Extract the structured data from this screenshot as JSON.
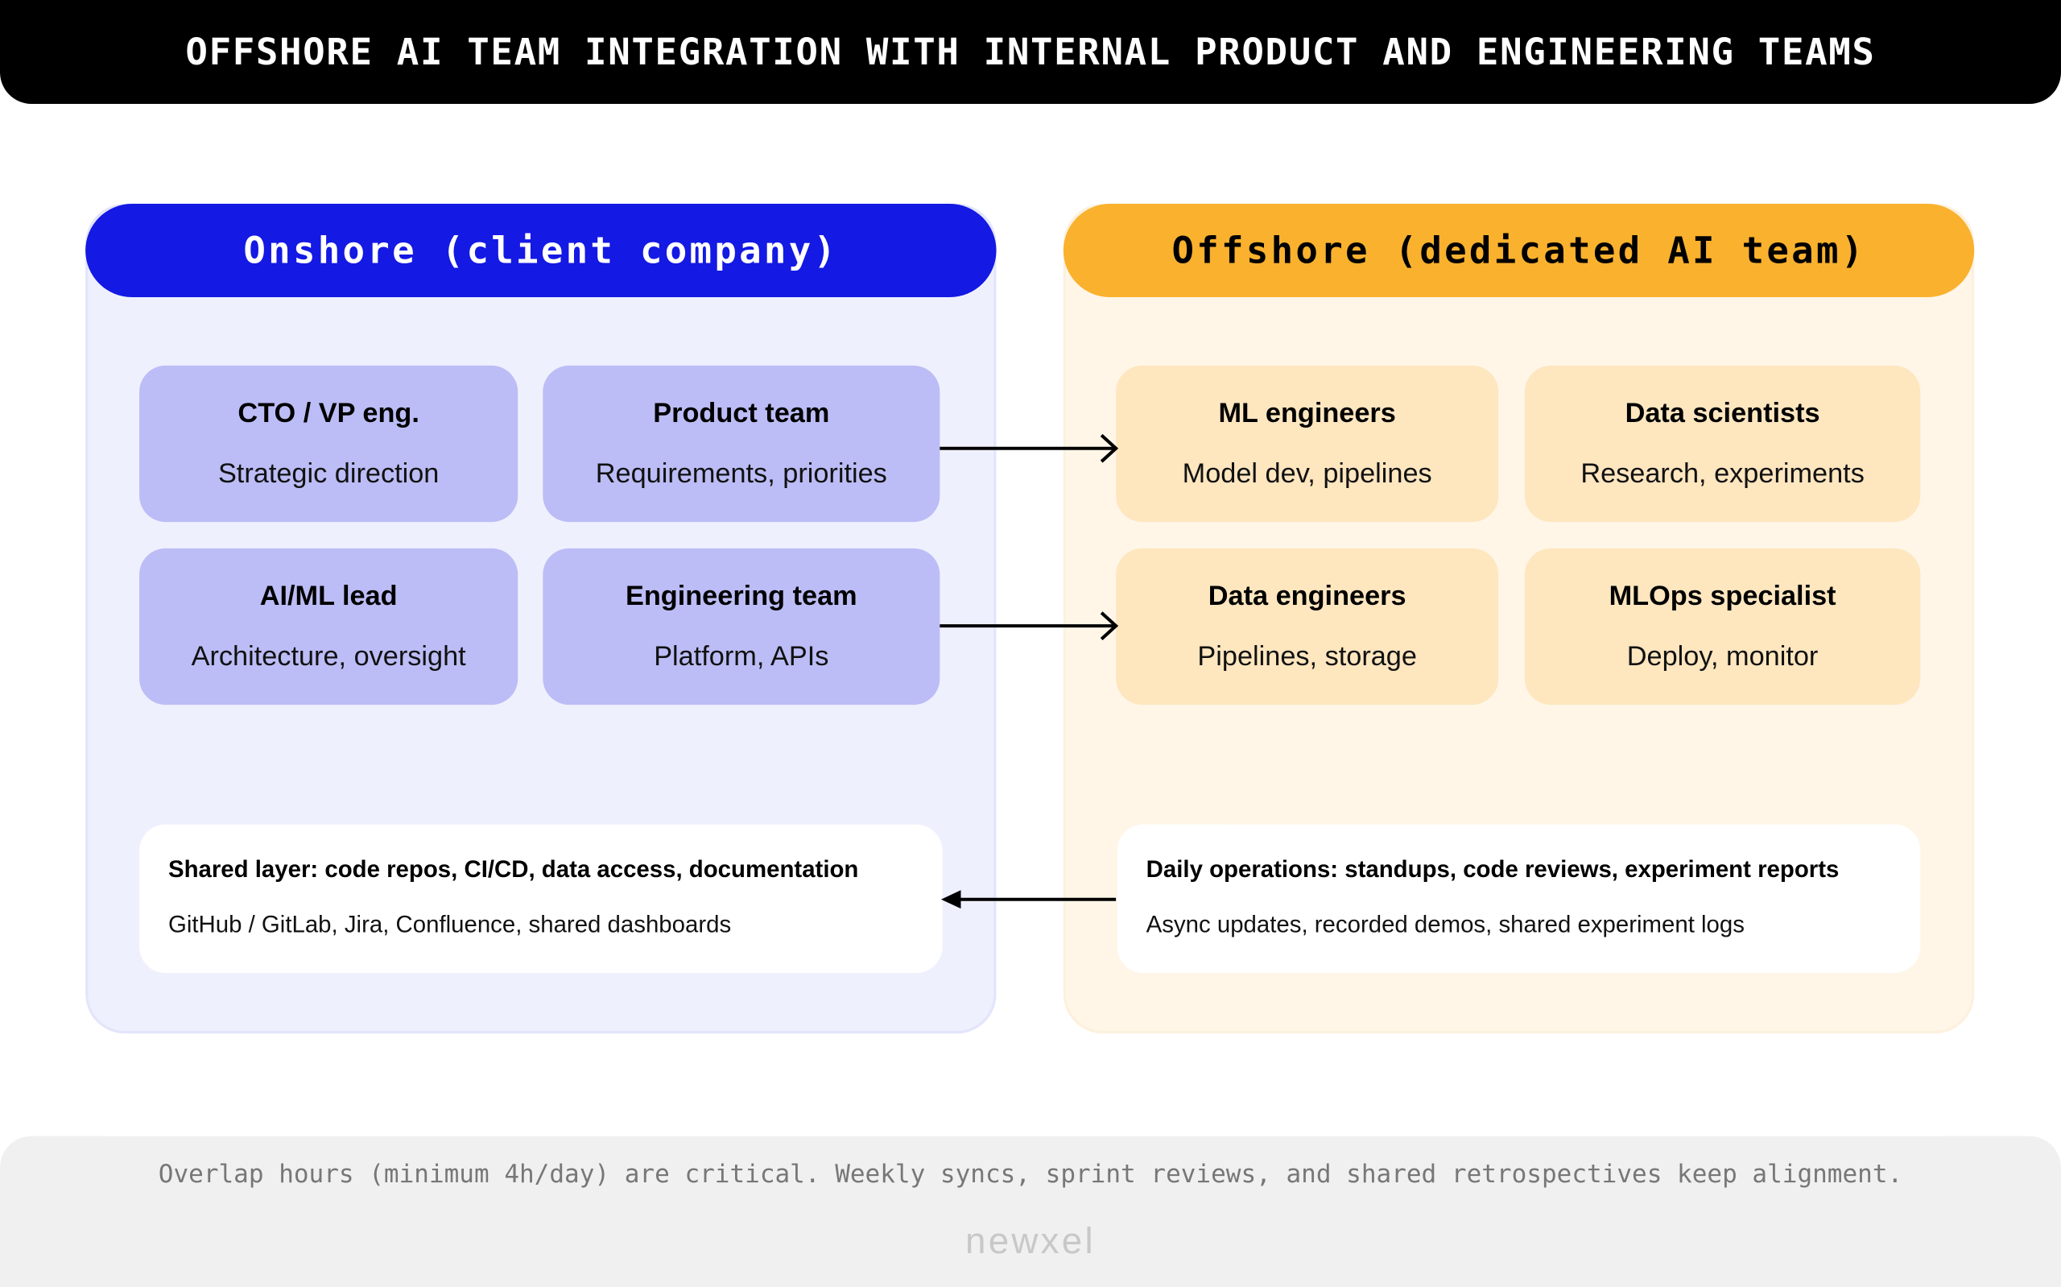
{
  "header": {
    "title": "OFFSHORE AI TEAM INTEGRATION WITH INTERNAL PRODUCT AND ENGINEERING TEAMS"
  },
  "onshore": {
    "title": "Onshore (client company)",
    "cards": [
      {
        "title": "CTO / VP eng.",
        "subtitle": "Strategic direction"
      },
      {
        "title": "Product team",
        "subtitle": "Requirements, priorities"
      },
      {
        "title": "AI/ML lead",
        "subtitle": "Architecture, oversight"
      },
      {
        "title": "Engineering team",
        "subtitle": "Platform, APIs"
      }
    ],
    "shared": {
      "title": "Shared layer: code repos, CI/CD, data access, documentation",
      "subtitle": "GitHub / GitLab, Jira, Confluence, shared dashboards"
    }
  },
  "offshore": {
    "title": "Offshore (dedicated AI team)",
    "cards": [
      {
        "title": "ML engineers",
        "subtitle": "Model dev, pipelines"
      },
      {
        "title": "Data scientists",
        "subtitle": "Research, experiments"
      },
      {
        "title": "Data engineers",
        "subtitle": "Pipelines, storage"
      },
      {
        "title": "MLOps specialist",
        "subtitle": "Deploy, monitor"
      }
    ],
    "operations": {
      "title": "Daily operations: standups, code reviews, experiment reports",
      "subtitle": "Async updates, recorded demos, shared experiment logs"
    }
  },
  "footer": {
    "note": "Overlap hours (minimum 4h/day) are critical. Weekly syncs, sprint reviews, and shared retrospectives keep alignment.",
    "logo": "newxel"
  },
  "colors": {
    "onshore_accent": "#1419e3",
    "offshore_accent": "#f9b12e",
    "onshore_card": "#bcbdf6",
    "offshore_card": "#fee6bf"
  }
}
